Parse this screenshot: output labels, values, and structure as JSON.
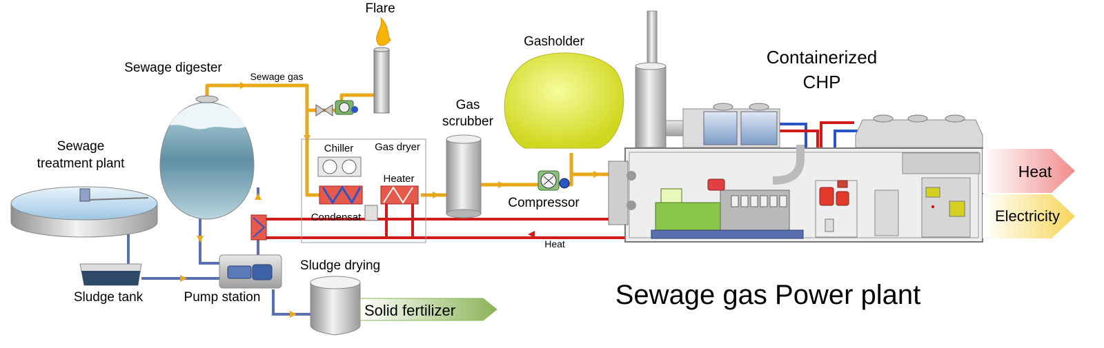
{
  "labels": {
    "flare": "Flare",
    "sewage_digester": "Sewage digester",
    "sewage_gas": "Sewage gas",
    "gasholder": "Gasholder",
    "containerized_chp": [
      "Containerized",
      "CHP"
    ],
    "gas_scrubber": [
      "Gas",
      "scrubber"
    ],
    "chiller": "Chiller",
    "gas_dryer": "Gas dryer",
    "heater": "Heater",
    "condensat": "Condensat",
    "compressor": "Compressor",
    "sewage_treatment_plant": [
      "Sewage",
      "treatment plant"
    ],
    "heat_line": "Heat",
    "heat_output": "Heat",
    "electricity_output": "Electricity",
    "sludge_tank": "Sludge tank",
    "pump_station": "Pump station",
    "sludge_drying": "Sludge drying",
    "solid_fertilizer": "Solid fertilizer",
    "title": "Sewage gas Power plant"
  },
  "colors": {
    "gas_pipe": "#e9a81a",
    "sludge_pipe": "#5a6fb0",
    "heat_pipe": "#d11a1a",
    "cold_pipe": "#2a55c8",
    "gasholder_fill": "#e4ee3a",
    "heat_arrow": "#f4a0a0",
    "electricity_arrow": "#f7e27a",
    "fertilizer_arrow": "#9fc26a"
  }
}
